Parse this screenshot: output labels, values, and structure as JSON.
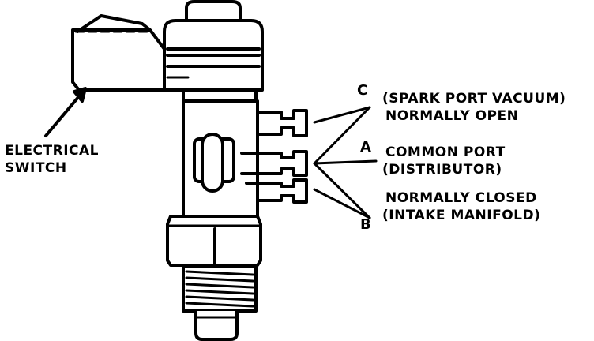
{
  "labels": {
    "electrical_switch_line1": "ELECTRICAL",
    "electrical_switch_line2": "SWITCH",
    "port_c_letter": "C",
    "port_c_line1": "(SPARK PORT VACUUM)",
    "port_c_line2": "NORMALLY OPEN",
    "port_a_letter": "A",
    "port_a_line1": "COMMON PORT",
    "port_a_line2": "(DISTRIBUTOR)",
    "port_b_letter": "B",
    "port_b_line1": "NORMALLY CLOSED",
    "port_b_line2": "(INTAKE MANIFOLD)"
  },
  "colors": {
    "ink": "#000000",
    "paper": "#ffffff"
  }
}
